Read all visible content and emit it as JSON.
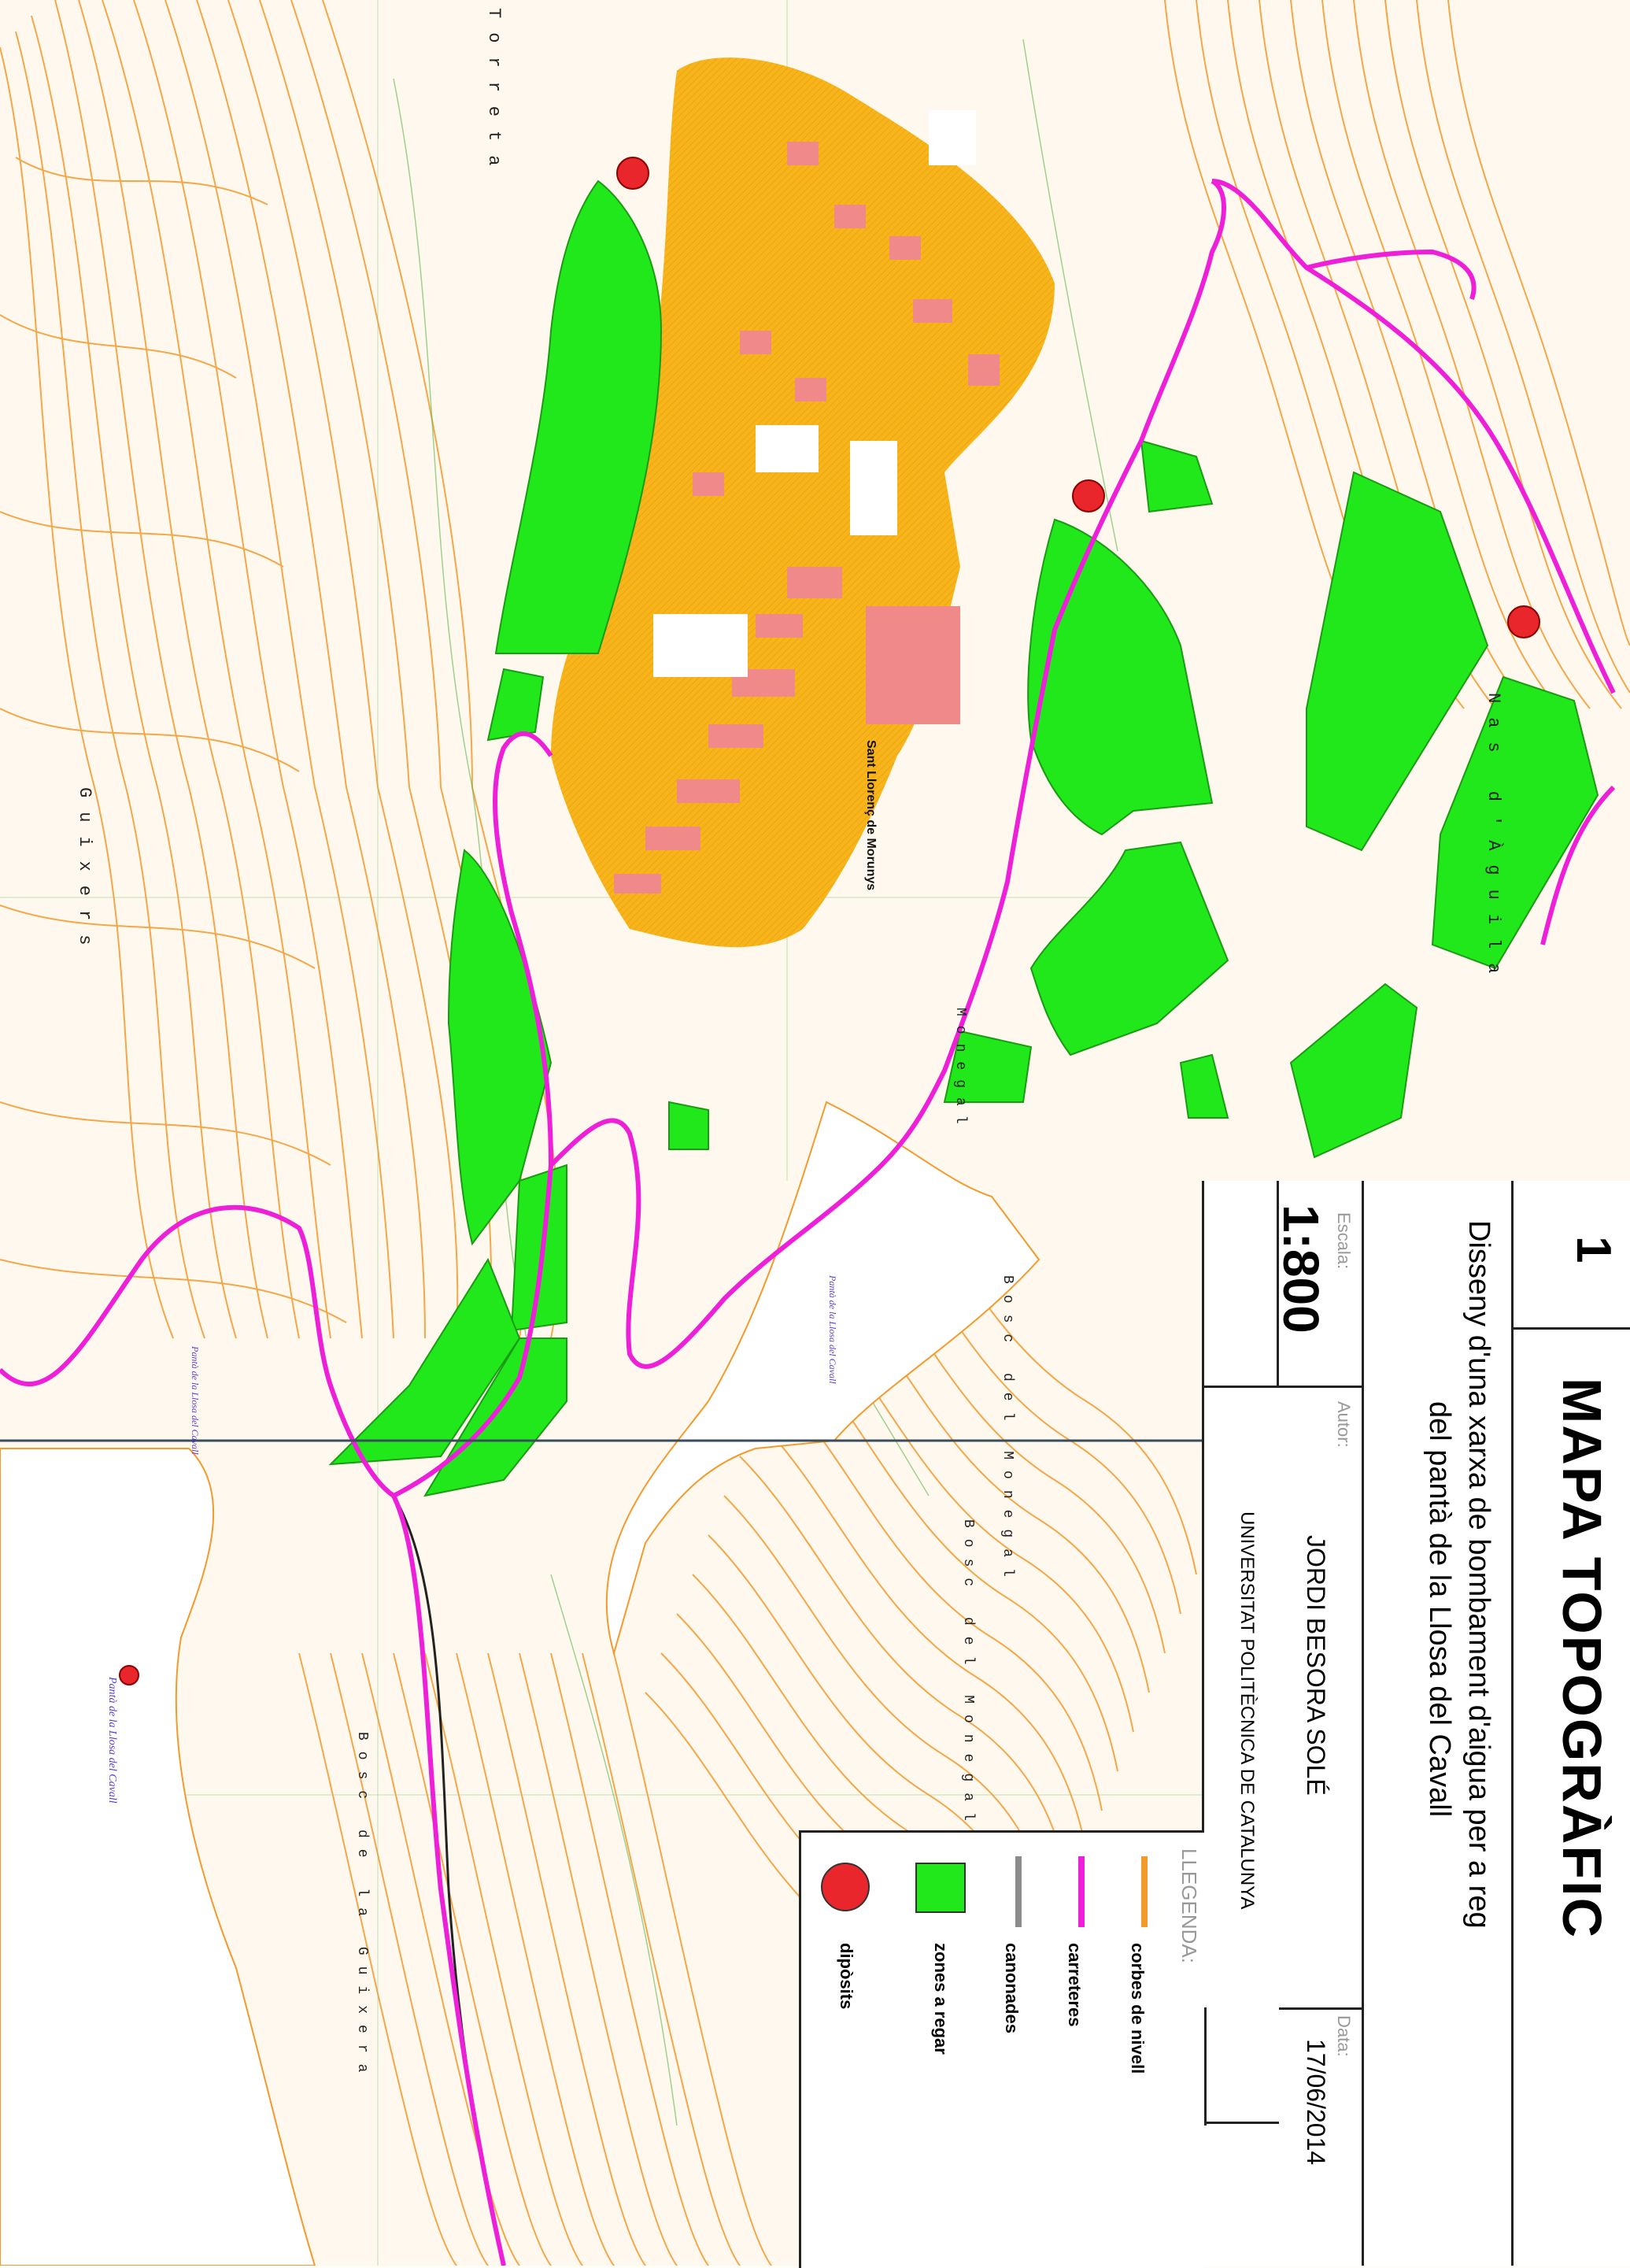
{
  "title_block": {
    "sheet_number": "1",
    "title": "MAPA TOPOGRÀFIC",
    "project_line1": "Disseny d'una xarxa de bombament d'aigua per a reg",
    "project_line2": "del pantà de la Llosa del Cavall",
    "scale_label": "Escala:",
    "scale_value": "1:800",
    "author_label": "Autor:",
    "author_value": "JORDI BESORA SOLÉ",
    "date_label": "Data:",
    "date_value": "17/06/2014",
    "institution": "UNIVERSITAT POLITÈCNICA DE CATALUNYA"
  },
  "legend": {
    "heading": "LLEGENDA:",
    "items": [
      {
        "label": "corbes de nivell",
        "symbol": "line",
        "color": "#f39a2c"
      },
      {
        "label": "carreteres",
        "symbol": "line",
        "color": "#ee1fd9"
      },
      {
        "label": "canonades",
        "symbol": "line",
        "color": "#8c8c8c"
      },
      {
        "label": "zones a regar",
        "symbol": "square",
        "color": "#21e81b"
      },
      {
        "label": "dipòsits",
        "symbol": "circle",
        "color": "#e8262b"
      }
    ]
  },
  "map_labels": {
    "town": "Sant Llorenç de Morunys",
    "region_torreta": "Torreta",
    "region_guixers": "Guixers",
    "region_nas_aguila": "Nas d'Àguila",
    "region_bosc_monegal_1": "Bosc del Monegal",
    "region_bosc_monegal_2": "Bosc del Monegal",
    "region_bosc_guixera": "Bosc de la Guixera",
    "region_monegal": "Monegal",
    "reservoir": "Pantà de la Llosa del Cavall",
    "reservoir_note_1": "Pantà de la Llosa del Cavall",
    "reservoir_note_2": "Pantà de la Llosa del Cavall"
  },
  "colors": {
    "contour": "#f39a2c",
    "road": "#ee1fd9",
    "pipe": "#8c8c8c",
    "irrigation": "#21e81b",
    "tank": "#e8262b",
    "urban": "#f7b51c",
    "building": "#f08a8a",
    "water": "#ffffff"
  }
}
